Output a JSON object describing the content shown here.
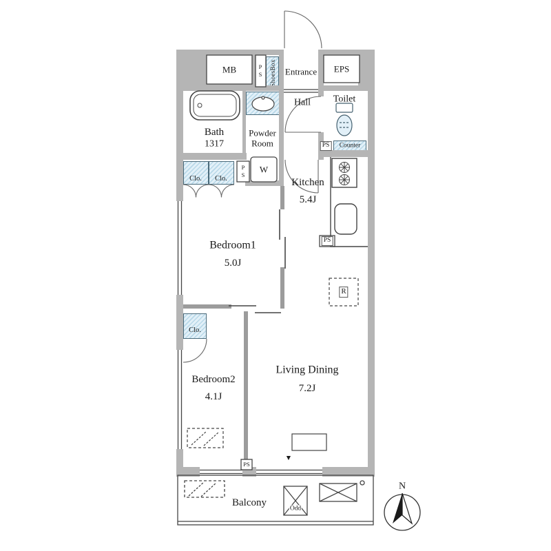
{
  "rooms": {
    "mb": "MB",
    "entrance": "Entrance",
    "eps": "EPS",
    "hall": "Hall",
    "toilet": "Toilet",
    "bath": {
      "name": "Bath",
      "size": "1317"
    },
    "powder": {
      "name": "Powder Room"
    },
    "kitchen": {
      "name": "Kitchen",
      "size": "5.4J"
    },
    "bedroom1": {
      "name": "Bedroom1",
      "size": "5.0J"
    },
    "bedroom2": {
      "name": "Bedroom2",
      "size": "4.1J"
    },
    "living_dining": {
      "name": "Living Dining",
      "size": "7.2J"
    },
    "balcony": "Balcony"
  },
  "labels": {
    "shoes_box": "ShoesBox",
    "pipe_space_top": "PS",
    "pipe_space_mid": "PS",
    "pipe_space_toilet": "PS",
    "pipe_space_kitchen": "PS",
    "pipe_space_bottom": "PS",
    "counter": "Counter",
    "washer": "W",
    "closet_bedroom1_left": "Clo.",
    "closet_bedroom1_right": "Clo.",
    "closet_bedroom2": "Clo.",
    "refrigerator": "R",
    "outdoor_unit": "Odd",
    "north": "N",
    "balcony_access_marker": "▼"
  },
  "colors": {
    "wall": "#b5b5b5",
    "partition": "#9c9c9c",
    "line": "#444444",
    "fixture_fill": "#e2f0f8",
    "fixture_stroke": "#4a6a7a"
  }
}
